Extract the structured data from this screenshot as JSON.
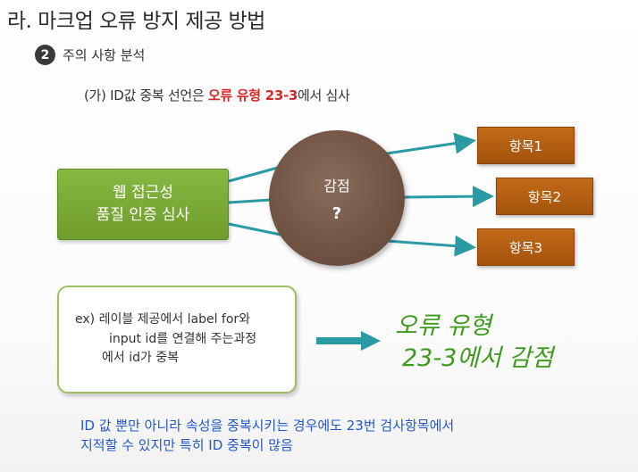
{
  "header": {
    "title": "라. 마크업 오류 방지 제공 방법",
    "sub_number": "2",
    "sub_title": "주의 사항 분석",
    "section_prefix": "(가) ID값 중복 선언은 ",
    "section_highlight": "오류 유형 23-3",
    "section_suffix": "에서 심사"
  },
  "diagram": {
    "source_line1": "웹 접근성",
    "source_line2": "품질 인증 심사",
    "center_label": "감점",
    "center_mark": "?",
    "items": [
      "항목1",
      "항목2",
      "항목3"
    ]
  },
  "example": {
    "line1": "ex) 레이블 제공에서 label for와",
    "line2": "input id를 연결해 주는과정",
    "line3": "에서 id가 중복"
  },
  "result": {
    "line1": "오류 유형",
    "line2": "23-3에서 감점"
  },
  "note": {
    "line1": "ID 값 뿐만 아니라 속성을 중복시키는 경우에도 23번 검사항목에서",
    "line2": "지적할 수 있지만 특히 ID 중복이 많음"
  },
  "colors": {
    "accent_red": "#d92626",
    "green": "#7aab36",
    "brown": "#6f5142",
    "orange": "#b35f12",
    "teal": "#2a9aa3",
    "note_blue": "#2357c9"
  }
}
